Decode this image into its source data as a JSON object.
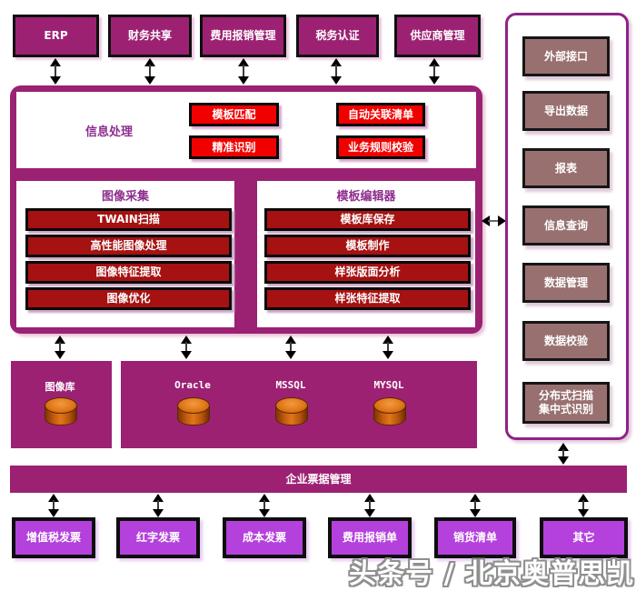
{
  "top_systems": [
    {
      "label": "ERP"
    },
    {
      "label": "财务共享"
    },
    {
      "label": "费用报销管理"
    },
    {
      "label": "税务认证"
    },
    {
      "label": "供应商管理"
    }
  ],
  "info_processing": {
    "title": "信息处理",
    "modules": [
      {
        "label": "模板匹配"
      },
      {
        "label": "自动关联清单"
      },
      {
        "label": "精准识别"
      },
      {
        "label": "业务规则校验"
      }
    ]
  },
  "image_capture": {
    "title": "图像采集",
    "modules": [
      {
        "label": "TWAIN扫描"
      },
      {
        "label": "高性能图像处理"
      },
      {
        "label": "图像特征提取"
      },
      {
        "label": "图像优化"
      }
    ]
  },
  "template_editor": {
    "title": "模板编辑器",
    "modules": [
      {
        "label": "模板库保存"
      },
      {
        "label": "模板制作"
      },
      {
        "label": "样张版面分析"
      },
      {
        "label": "样张特征提取"
      }
    ]
  },
  "right_panel": {
    "items": [
      {
        "label": "外部接口"
      },
      {
        "label": "导出数据"
      },
      {
        "label": "报表"
      },
      {
        "label": "信息查询"
      },
      {
        "label": "数据管理"
      },
      {
        "label": "数据校验"
      },
      {
        "label": "分布式扫描\n集中式识别"
      }
    ]
  },
  "storage": {
    "image_library": {
      "label": "图像库",
      "icon": "database-cylinder"
    },
    "database_servers": [
      {
        "label": "Oracle",
        "icon": "database-cylinder"
      },
      {
        "label": "MSSQL",
        "icon": "database-cylinder"
      },
      {
        "label": "MYSQL",
        "icon": "database-cylinder"
      }
    ]
  },
  "bill_bar": {
    "label": "企业票据管理"
  },
  "bill_types": [
    {
      "label": "增值税发票"
    },
    {
      "label": "红字发票"
    },
    {
      "label": "成本发票"
    },
    {
      "label": "费用报销单"
    },
    {
      "label": "销货清单"
    },
    {
      "label": "其它"
    }
  ],
  "watermark": {
    "text": "头条号 / 北京奥普思凯"
  },
  "colors": {
    "magenta": "#9c2173",
    "bright_red": "#f10000",
    "dark_red": "#a61111",
    "mauve": "#997070",
    "violet": "#b441dc",
    "panel_border": "#8e2386",
    "purple_title": "#8e2d8e",
    "cylinder_orange": "#d2691e"
  }
}
